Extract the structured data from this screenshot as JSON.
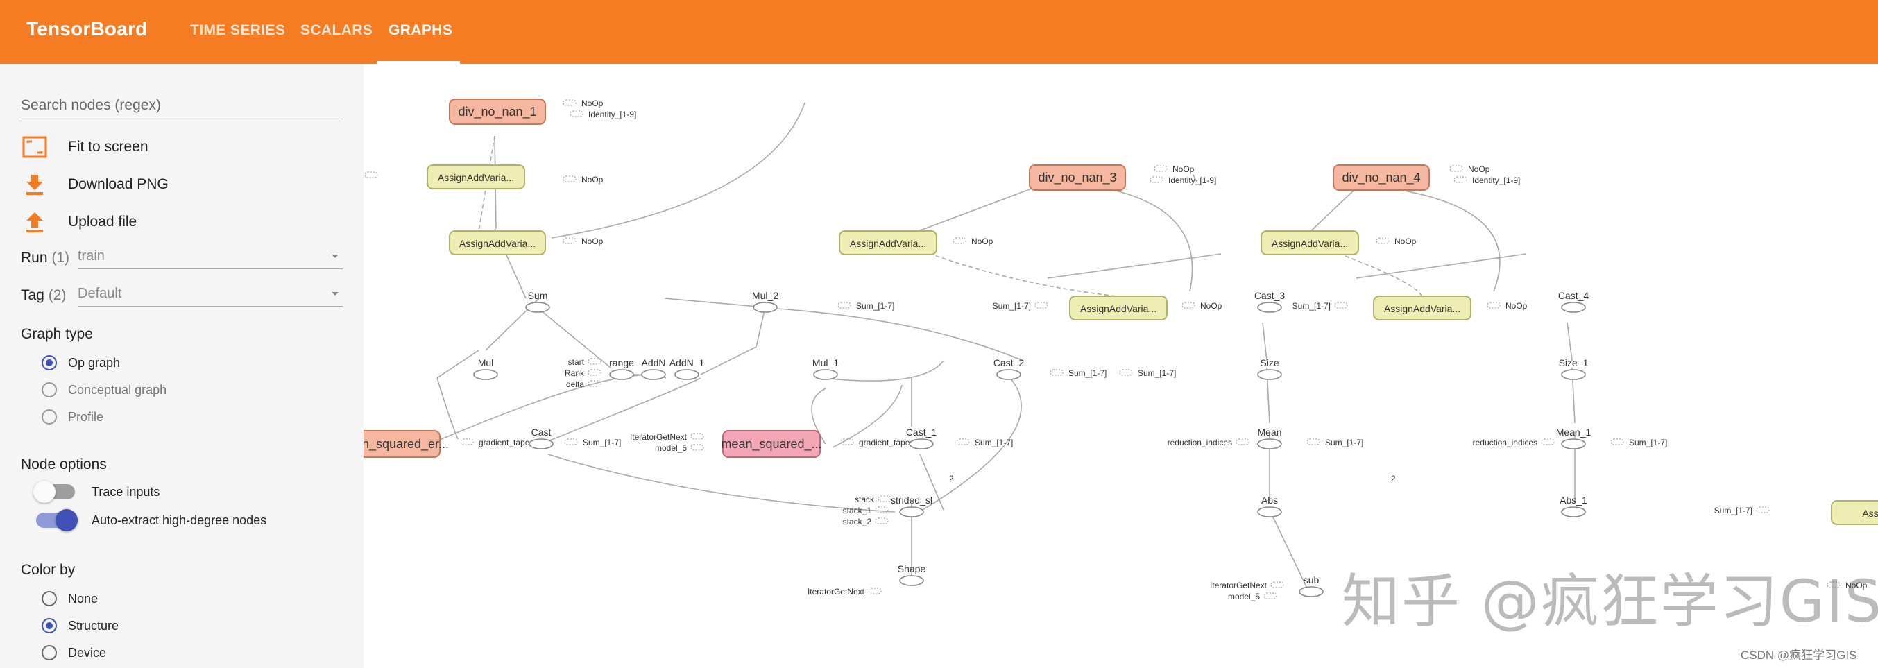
{
  "app": {
    "title": "TensorBoard",
    "tabs": [
      {
        "label": "TIME SERIES",
        "active": false
      },
      {
        "label": "SCALARS",
        "active": false
      },
      {
        "label": "GRAPHS",
        "active": true
      }
    ],
    "accent_color": "#f57c22"
  },
  "sidebar": {
    "search_placeholder": "Search nodes (regex)",
    "actions": [
      {
        "label": "Fit to screen",
        "icon": "fit-screen-icon"
      },
      {
        "label": "Download PNG",
        "icon": "download-icon"
      },
      {
        "label": "Upload file",
        "icon": "upload-icon"
      }
    ],
    "run": {
      "label": "Run",
      "count": "(1)",
      "value": "train"
    },
    "tag": {
      "label": "Tag",
      "count": "(2)",
      "value": "Default"
    },
    "graph_type": {
      "title": "Graph type",
      "options": [
        {
          "label": "Op graph",
          "selected": true
        },
        {
          "label": "Conceptual graph",
          "selected": false
        },
        {
          "label": "Profile",
          "selected": false
        }
      ]
    },
    "node_options": {
      "title": "Node options",
      "trace_inputs": {
        "label": "Trace inputs",
        "on": false
      },
      "auto_extract": {
        "label": "Auto-extract high-degree nodes",
        "on": true
      }
    },
    "color_by": {
      "title": "Color by",
      "options": [
        {
          "label": "None",
          "selected": false
        },
        {
          "label": "Structure",
          "selected": true
        },
        {
          "label": "Device",
          "selected": false
        }
      ]
    }
  },
  "graph": {
    "rect_nodes": [
      {
        "label": "div_no_nan_1",
        "kind": "salmon"
      },
      {
        "label": "AssignAddVaria...",
        "kind": "yellow"
      },
      {
        "label": "AssignAddVaria...",
        "kind": "yellow"
      },
      {
        "label": "div_no_nan_3",
        "kind": "salmon"
      },
      {
        "label": "AssignAddVaria...",
        "kind": "yellow"
      },
      {
        "label": "AssignAddVaria...",
        "kind": "yellow"
      },
      {
        "label": "div_no_nan_4",
        "kind": "salmon"
      },
      {
        "label": "AssignAddVaria...",
        "kind": "yellow"
      },
      {
        "label": "AssignAddVaria...",
        "kind": "yellow"
      },
      {
        "label": "mean_squared_er...",
        "kind": "salmon"
      },
      {
        "label": "mean_squared_...",
        "kind": "pink"
      },
      {
        "label": "AssignA",
        "kind": "yellow"
      }
    ],
    "op_nodes": [
      "Sum",
      "Mul_2",
      "Mul",
      "range",
      "AddN",
      "AddN_1",
      "Mul_1",
      "Cast_2",
      "Cast",
      "Cast_1",
      "strided_sl",
      "Shape",
      "Cast_3",
      "Size",
      "Mean",
      "Abs",
      "sub",
      "Cast_4",
      "Size_1",
      "Mean_1",
      "Abs_1"
    ],
    "side_labels": [
      "NoOp",
      "Identity_[1-9]",
      "NoOp",
      "_[1-7]",
      "NoOp",
      "NoOp",
      "Identity_[1-9]",
      "NoOp",
      "Sum_[1-7]",
      "NoOp",
      "NoOp",
      "Identity_[1-9]",
      "NoOp",
      "Sum_[1-7]",
      "NoOp",
      "Sum_[1-7]",
      "start",
      "Rank",
      "delta",
      "Sum_[1-7]",
      "Sum_[1-7]",
      "gradient_tape",
      "Sum_[1-7]",
      "IteratorGetNext",
      "model_5",
      "gradient_tape",
      "Sum_[1-7]",
      "stack",
      "stack_1",
      "stack_2",
      "IteratorGetNext",
      "reduction_indices",
      "Sum_[1-7]",
      "IteratorGetNext",
      "model_5",
      "reduction_indices",
      "Sum_[1-7]",
      "Sum_[1-7]",
      "NoOp"
    ],
    "edge_labels": [
      "2",
      "2"
    ]
  },
  "overlay": {
    "watermark": "知乎 @疯狂学习GIS",
    "credit": "CSDN @疯狂学习GIS"
  }
}
